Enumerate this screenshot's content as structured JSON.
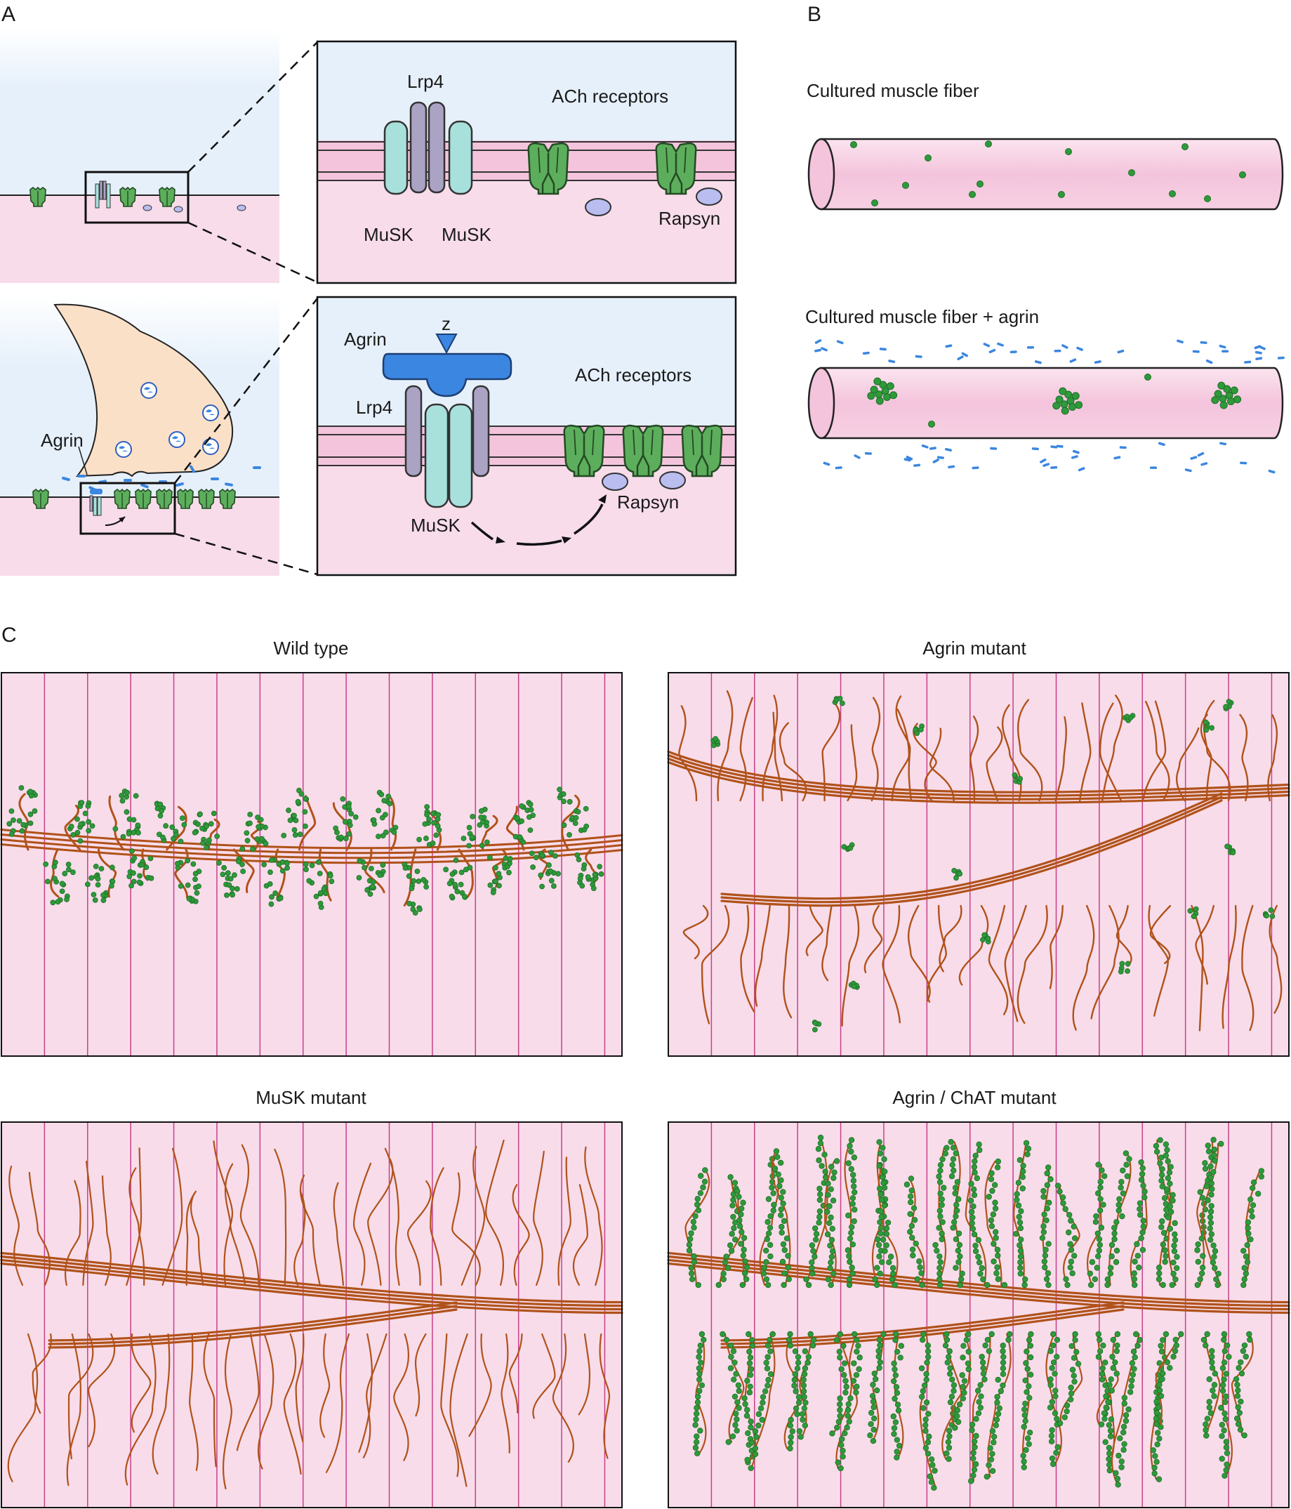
{
  "panel_a": {
    "label": "A",
    "top_zoom": {
      "lrp4": "Lrp4",
      "ach_receptors": "ACh receptors",
      "musk_left": "MuSK",
      "musk_right": "MuSK",
      "rapsyn": "Rapsyn"
    },
    "bottom_overview": {
      "agrin": "Agrin"
    },
    "bottom_zoom": {
      "z": "z",
      "agrin": "Agrin",
      "lrp4": "Lrp4",
      "ach_receptors": "ACh receptors",
      "musk": "MuSK",
      "rapsyn": "Rapsyn"
    }
  },
  "panel_b": {
    "label": "B",
    "fiber_1": "Cultured muscle fiber",
    "fiber_2": "Cultured muscle fiber + agrin"
  },
  "panel_c": {
    "label": "C",
    "titles": {
      "wild_type": "Wild type",
      "agrin_mutant": "Agrin mutant",
      "musk_mutant": "MuSK mutant",
      "agrin_chat_mutant": "Agrin / ChAT mutant"
    }
  },
  "colors": {
    "extracellular": "#e6f0fb",
    "muscle": "#f8dcea",
    "receptor_green": "#5cae5c",
    "musk_cyan": "#a8e0dc",
    "lrp4_purple": "#aba3c4",
    "rapsyn_lavender": "#b9bdf0",
    "agrin_blue": "#3b86e0",
    "axon_brown": "#b0521a",
    "fiber_border": "#c8408a",
    "terminal": "#fbe0c8"
  }
}
